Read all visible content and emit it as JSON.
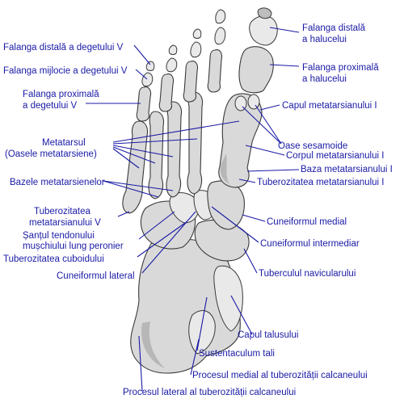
{
  "labels": {
    "falanga_distala_v": "Falanga distală a degetului V",
    "falanga_mijlocie_v": "Falanga mijlocie a degetului V",
    "falanga_proximala_v_1": "Falanga proximală",
    "falanga_proximala_v_2": "a degetului V",
    "metatarsul_1": "Metatarsul",
    "metatarsul_2": "(Oasele metatarsiene)",
    "bazele": "Bazele metatarsienelor",
    "tuberozitatea_v_1": "Tuberozitatea",
    "tuberozitatea_v_2": "metatarsianului V",
    "santul_1": "Șanțul tendonului",
    "santul_2": "mușchiului lung peronier",
    "tuberozitatea_cuboid": "Tuberozitatea cuboidului",
    "cuneiformul_lateral": "Cuneiformul lateral",
    "falanga_distala_hal_1": "Falanga distală",
    "falanga_distala_hal_2": "a halucelui",
    "falanga_proximala_hal_1": "Falanga proximală",
    "falanga_proximala_hal_2": "a halucelui",
    "capul_met_i": "Capul metatarsianului I",
    "oase_sesamoide": "Oase sesamoide",
    "corpul_met_i": "Corpul metatarsianului I",
    "baza_met_i": "Baza metatarsianului I",
    "tuberozitatea_met_i": "Tuberozitatea metatarsianului I",
    "cuneiformul_medial": "Cuneiformul medial",
    "cuneiformul_intermediar": "Cuneiformul intermediar",
    "tuberculul_navicular": "Tuberculul navicularului",
    "capul_talusului": "Capul talusului",
    "sustentaculum": "Sustentaculum tali",
    "procesul_medial": "Procesul medial al tuberozității calcaneului",
    "procesul_lateral": "Procesul lateral al tuberozității calcaneului"
  }
}
